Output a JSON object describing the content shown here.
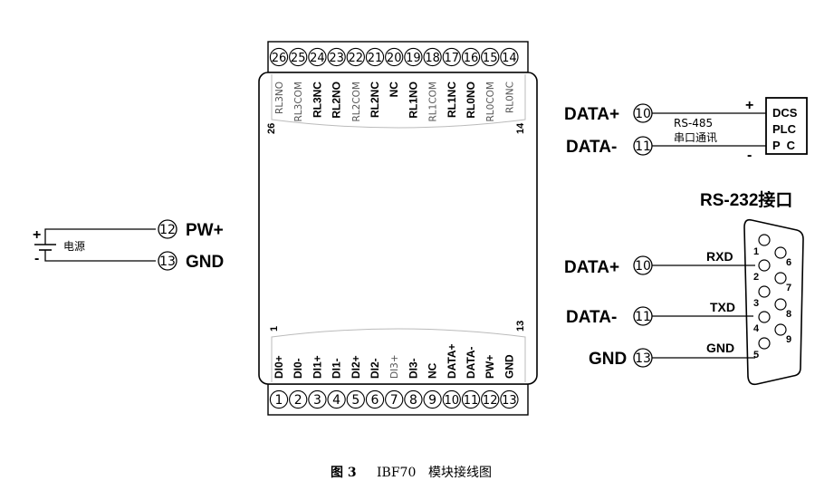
{
  "top_terminals": [
    "26",
    "25",
    "24",
    "23",
    "22",
    "21",
    "20",
    "19",
    "18",
    "17",
    "16",
    "15",
    "14"
  ],
  "bottom_terminals": [
    "1",
    "2",
    "3",
    "4",
    "5",
    "6",
    "7",
    "8",
    "9",
    "10",
    "11",
    "12",
    "13"
  ],
  "top_labels": [
    "RL3NO",
    "RL3COM",
    "RL3NC",
    "RL2NO",
    "RL2COM",
    "RL2NC",
    "NC",
    "RL1NO",
    "RL1COM",
    "RL1NC",
    "RL0NO",
    "RL0COM",
    "RL0NC"
  ],
  "bottom_labels": [
    "DI0+",
    "DI0-",
    "DI1+",
    "DI1-",
    "DI2+",
    "DI2-",
    "DI3+",
    "DI3-",
    "NC",
    "DATA+",
    "DATA-",
    "PW+",
    "GND"
  ],
  "label_emphasis": {
    "top": [
      false,
      false,
      true,
      true,
      false,
      true,
      true,
      true,
      false,
      true,
      true,
      false,
      false
    ],
    "bottom": [
      true,
      true,
      true,
      true,
      true,
      true,
      false,
      true,
      true,
      true,
      true,
      true,
      true
    ]
  },
  "module_corner_labels": {
    "top_left": "26",
    "top_right": "14",
    "bottom_left": "1",
    "bottom_right": "13"
  },
  "power": {
    "plus": "+",
    "minus": "-",
    "label": "电源",
    "pw_num": "12",
    "pw_label": "PW+",
    "gnd_num": "13",
    "gnd_label": "GND"
  },
  "rs485": {
    "data_plus_label": "DATA+",
    "data_plus_num": "10",
    "data_minus_label": "DATA-",
    "data_minus_num": "11",
    "line1": "RS-485",
    "line2": "串口通讯",
    "plus": "+",
    "minus": "-",
    "device_lines": [
      "DCS",
      "PLC",
      "P  C"
    ]
  },
  "rs232": {
    "title": "RS-232接口",
    "data_plus_label": "DATA+",
    "data_plus_num": "10",
    "data_minus_label": "DATA-",
    "data_minus_num": "11",
    "gnd_label": "GND",
    "gnd_num": "13",
    "rxd": "RXD",
    "txd": "TXD",
    "gnd_pin": "GND",
    "pins_left": [
      "1",
      "2",
      "3",
      "4",
      "5"
    ],
    "pins_right": [
      "6",
      "7",
      "8",
      "9"
    ]
  },
  "caption": {
    "fig": "图 3",
    "model": "IBF70",
    "text": "模块接线图"
  }
}
